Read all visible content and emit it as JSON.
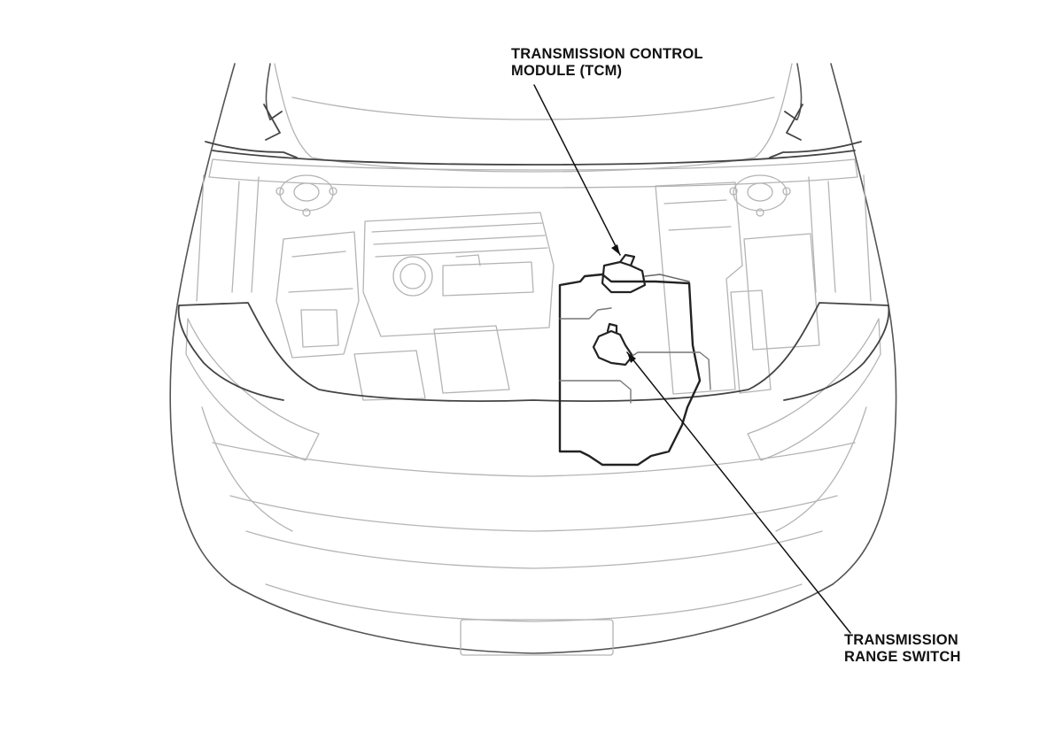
{
  "callouts": {
    "tcm": {
      "line1": "TRANSMISSION CONTROL",
      "line2": "MODULE (TCM)"
    },
    "range_switch": {
      "line1": "TRANSMISSION",
      "line2": "RANGE SWITCH"
    }
  },
  "colors": {
    "background": "#ffffff",
    "faint_outline": "#b4b4b4",
    "medium_outline": "#555555",
    "highlight_outline": "#222222",
    "leader_line": "#111111"
  }
}
